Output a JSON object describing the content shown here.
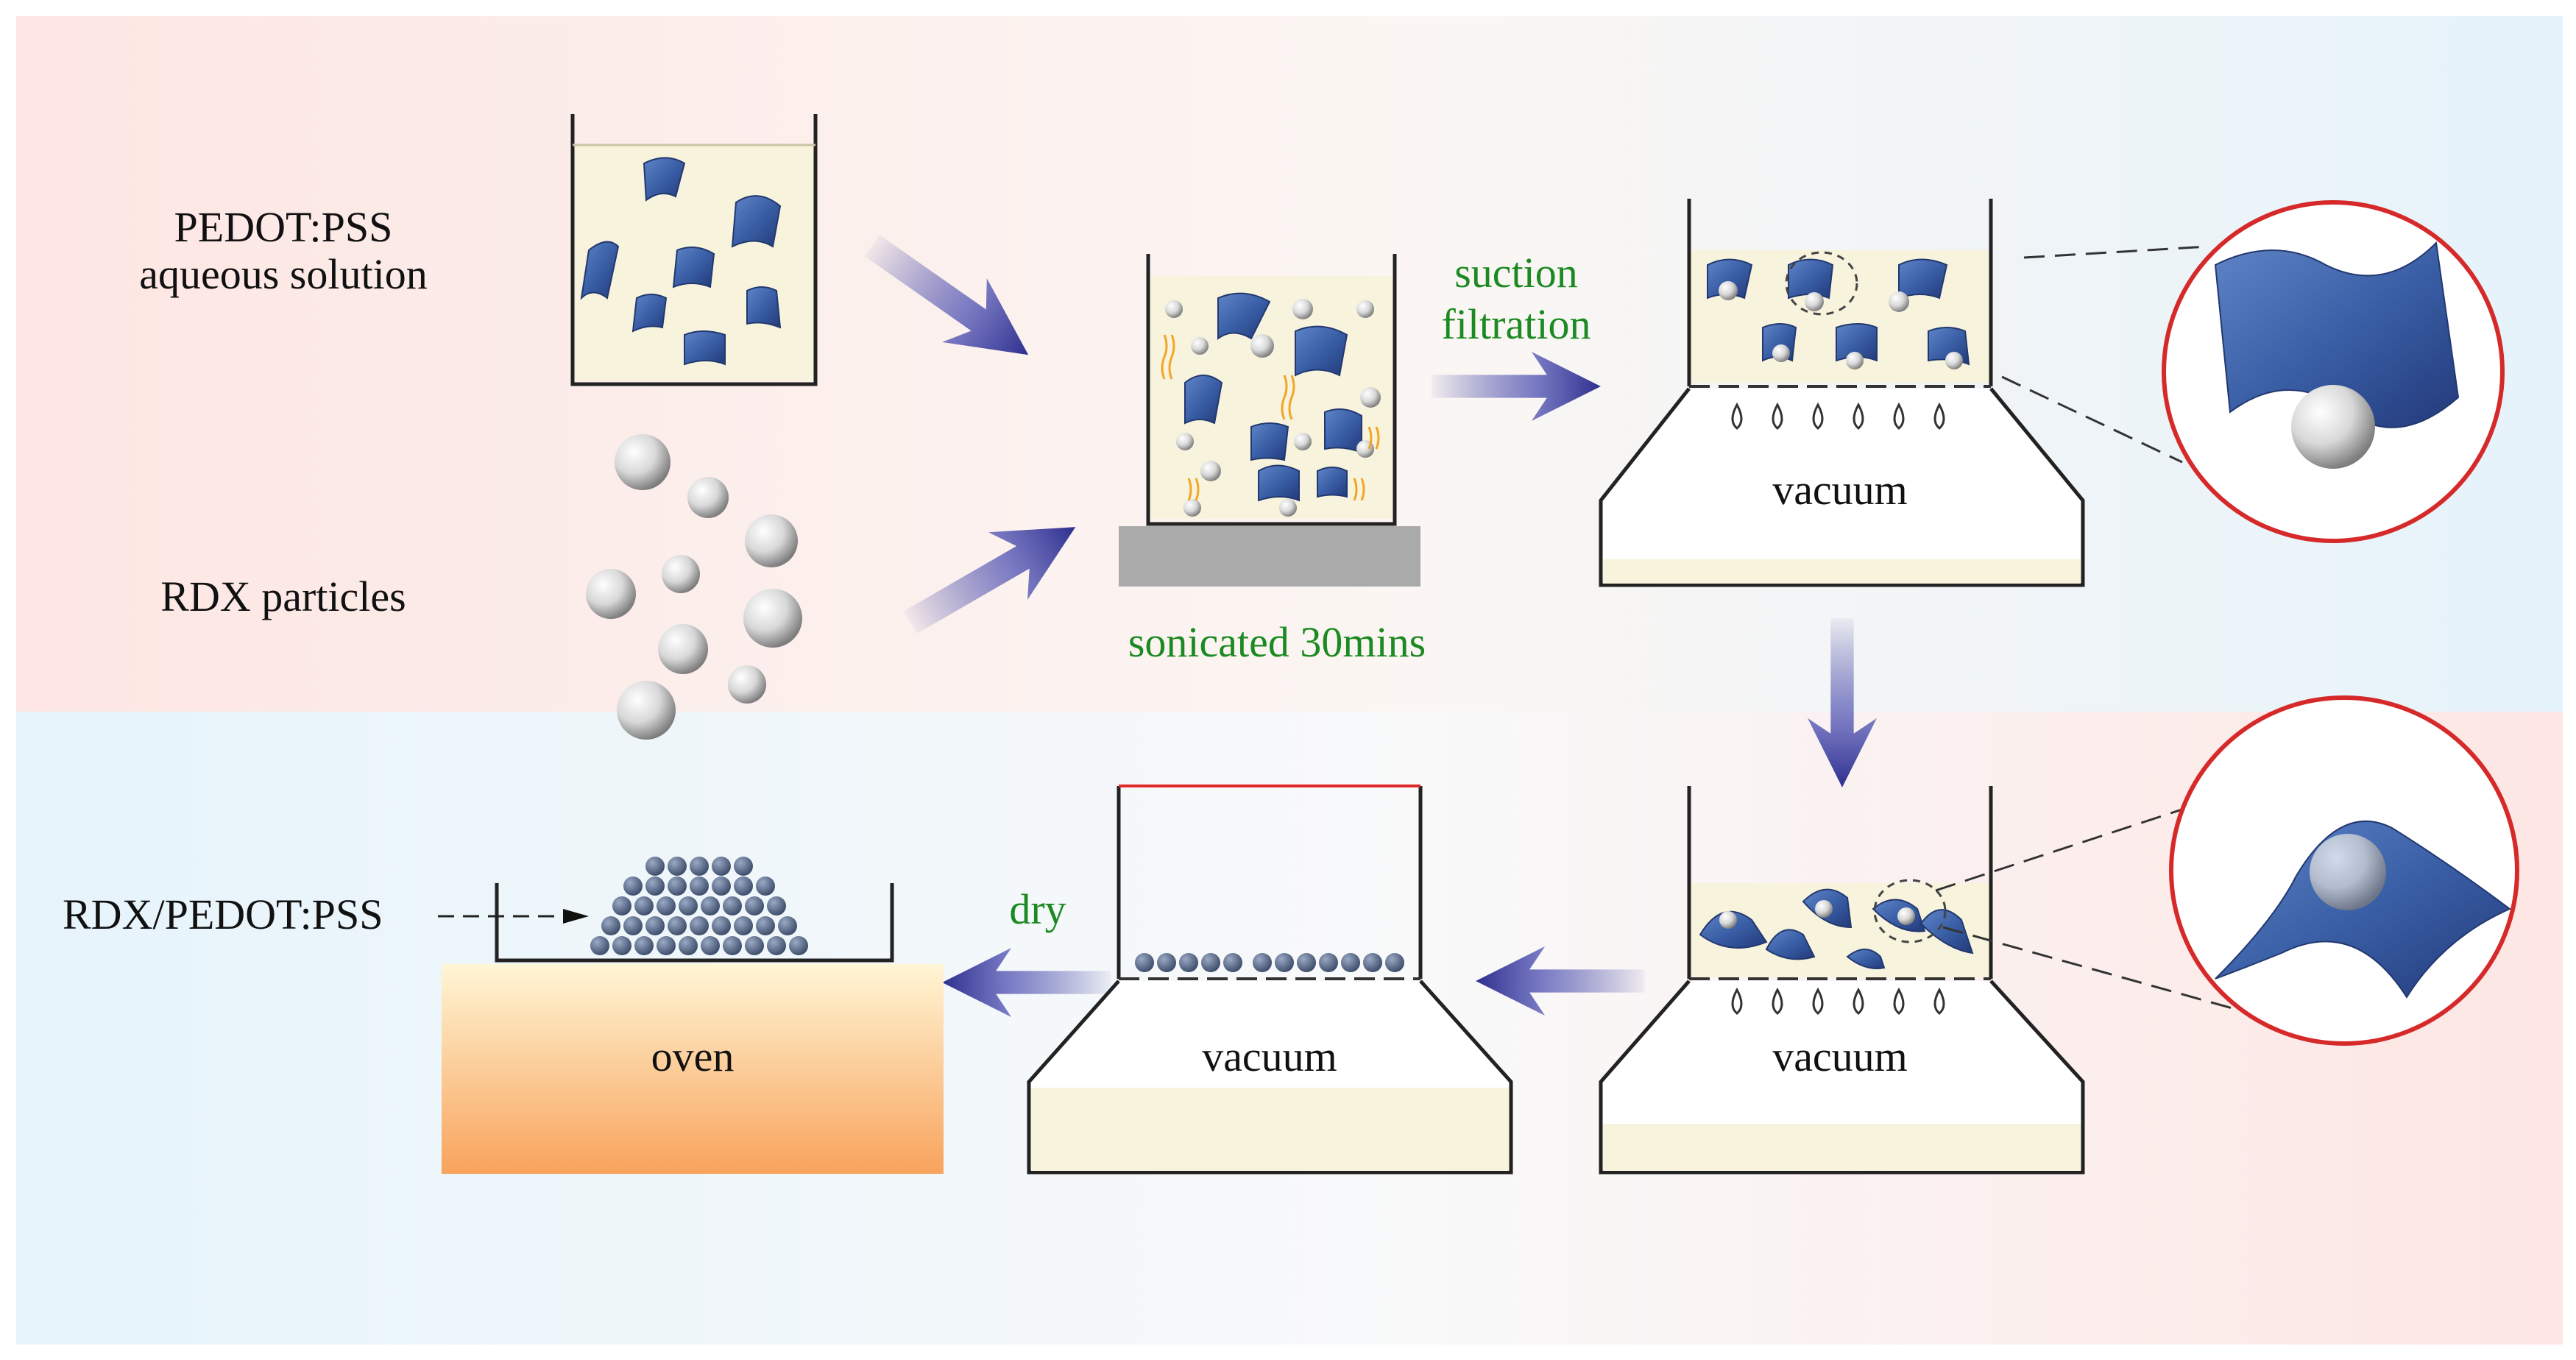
{
  "labels": {
    "pedot_line1": "PEDOT:PSS",
    "pedot_line2": "aqueous solution",
    "rdx": "RDX particles",
    "sonicated": "sonicated 30mins",
    "suction_line1": "suction",
    "suction_line2": "filtration",
    "vacuum_top": "vacuum",
    "vacuum_mid": "vacuum",
    "vacuum_bottom_right": "vacuum",
    "dry": "dry",
    "oven": "oven",
    "product": "RDX/PEDOT:PSS"
  },
  "colors": {
    "solution": "#f7f3dc",
    "sheet": "#3a5fa6",
    "sheet_dark": "#27407a",
    "arrow": "#3d3f9e",
    "green_text": "#1c8a22",
    "magnifier_ring": "#d62a2a",
    "oven_top": "#fdf1c7",
    "oven_bottom": "#f8a35c",
    "bg_pink": "#fde8e6",
    "bg_blue": "#e8f4fb",
    "base_grey": "#aaaaaa",
    "bead": "#5a6a86"
  }
}
